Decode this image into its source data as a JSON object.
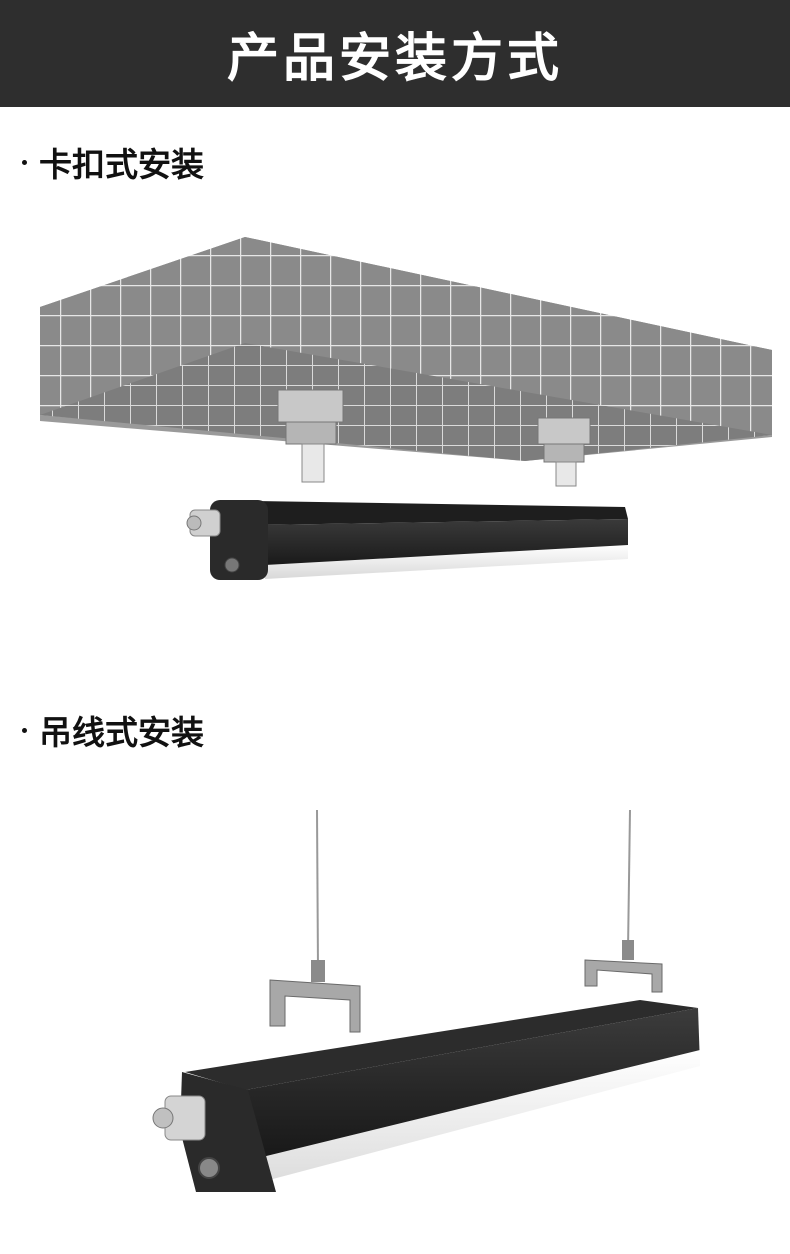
{
  "header": {
    "title": "产品安装方式"
  },
  "sections": [
    {
      "label": "卡扣式安装",
      "illustration": "ceiling-clip-mount"
    },
    {
      "label": "吊线式安装",
      "illustration": "wire-suspension-mount"
    }
  ],
  "colors": {
    "banner": "#2e2e2e",
    "ceiling_tile": "#8a8a8a",
    "grout": "#e6e6e6",
    "fixture_body": "#2b2b2b",
    "diffuser": "#f4f4f4"
  }
}
